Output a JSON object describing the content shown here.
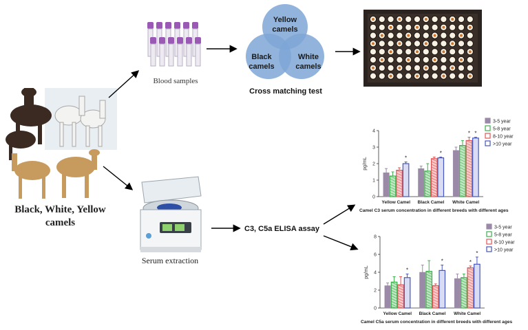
{
  "labels": {
    "blood_samples": "Blood samples",
    "serum_extraction": "Serum extraction",
    "cross_matching": "Cross matching test",
    "elisa": "C3, C5a ELISA assay",
    "camels_line1": "Black, White, Yellow",
    "camels_line2": "camels"
  },
  "venn": {
    "top": [
      "Yellow",
      "camels"
    ],
    "left": [
      "Black",
      "camels"
    ],
    "right": [
      "White",
      "camels"
    ]
  },
  "colors": {
    "venn": "#7ea6d6",
    "arrow": "#000000",
    "c1": "#9a8aa8",
    "c2": "#3cb04a",
    "c3": "#e35555",
    "c4": "#4455c0"
  },
  "chart_data": [
    {
      "type": "bar",
      "title": "Camel C3 serum concentration in different breeds with different ages",
      "ylabel": "pg/mL",
      "ylim": [
        0,
        4
      ],
      "yticks": [
        "0",
        "1",
        "2",
        "3",
        "4"
      ],
      "categories": [
        "Yellow Camel",
        "Black Camel",
        "White Camel"
      ],
      "series": [
        {
          "name": "3-5 year",
          "values": [
            1.45,
            1.7,
            2.8
          ]
        },
        {
          "name": "5-8 year",
          "values": [
            1.25,
            1.55,
            3.1
          ]
        },
        {
          "name": "8-10 year",
          "values": [
            1.6,
            2.3,
            3.4
          ]
        },
        {
          "name": ">10 year",
          "values": [
            2.0,
            2.35,
            3.55
          ]
        }
      ],
      "errors": [
        [
          0.25,
          0.15,
          0.2
        ],
        [
          0.25,
          0.45,
          0.3
        ],
        [
          0.15,
          0.1,
          0.2
        ],
        [
          0.1,
          0.05,
          0.05
        ]
      ],
      "star_marker": "*"
    },
    {
      "type": "bar",
      "title": "Camel C5a serum concentration in different breeds with different ages",
      "ylabel": "pg/mL",
      "ylim": [
        0,
        8
      ],
      "yticks": [
        "0",
        "2",
        "4",
        "6",
        "8"
      ],
      "categories": [
        "Yellow Camel",
        "Black Camel",
        "White Camel"
      ],
      "series": [
        {
          "name": "3-5 year",
          "values": [
            2.5,
            4.0,
            3.3
          ]
        },
        {
          "name": "5-8 year",
          "values": [
            2.9,
            4.1,
            3.4
          ]
        },
        {
          "name": "8-10 year",
          "values": [
            2.6,
            2.5,
            4.5
          ]
        },
        {
          "name": ">10 year",
          "values": [
            3.4,
            4.2,
            4.9
          ]
        }
      ],
      "errors": [
        [
          0.3,
          0.8,
          0.5
        ],
        [
          0.6,
          1.2,
          0.4
        ],
        [
          0.9,
          0.2,
          0.2
        ],
        [
          0.4,
          0.6,
          0.8
        ]
      ],
      "star_marker": "*"
    }
  ]
}
